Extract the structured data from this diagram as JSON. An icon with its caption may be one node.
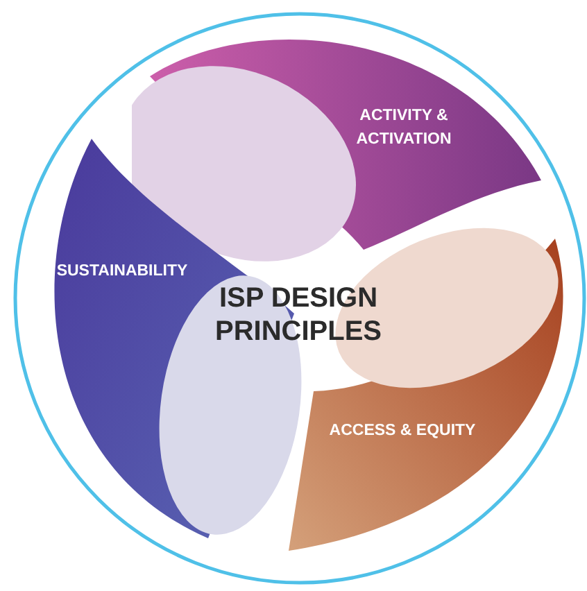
{
  "diagram": {
    "title": "ISP DESIGN PRINCIPLES",
    "nodes": [
      {
        "text": [
          "ACTIVITY & ACTIVATION"
        ]
      },
      {
        "text": [
          "ACCESS & EQUITY"
        ]
      },
      {
        "text": [
          "SUSTAINABILITY"
        ]
      }
    ]
  }
}
